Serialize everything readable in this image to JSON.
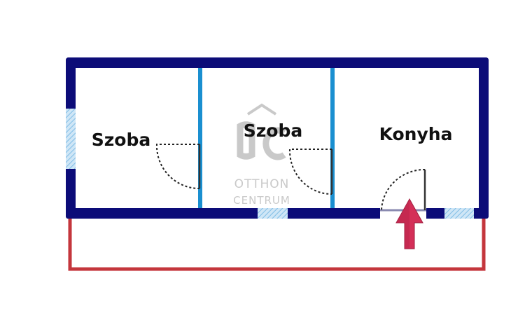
{
  "rooms": [
    {
      "label": "Szoba"
    },
    {
      "label": "Szoba"
    },
    {
      "label": "Konyha"
    }
  ],
  "watermark": {
    "monogram": "OC",
    "line1": "OTTHON",
    "line2": "CENTRUM"
  },
  "colors": {
    "outer_wall": "#0c0c78",
    "partition_wall": "#1a8fd0",
    "window_hatch": "#8cc6ea",
    "balcony_outline": "#c4363c",
    "entrance_arrow": "#d42f58",
    "door_swing": "#222222",
    "watermark": "#c9c9c9"
  },
  "icons": {
    "entrance": "entrance-arrow-icon",
    "logo": "otthon-centrum-logo"
  }
}
